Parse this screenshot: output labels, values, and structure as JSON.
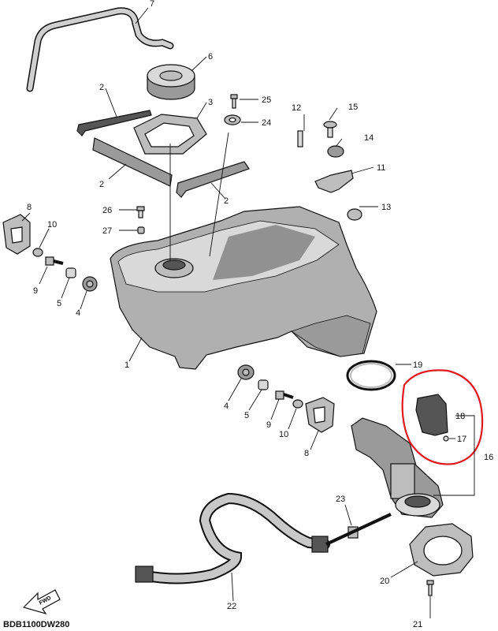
{
  "diagram_code": "BDB1100DW280",
  "fwd_label": "FWD",
  "highlight_color": "#e0191f",
  "callouts": {
    "c1": "1",
    "c2a": "2",
    "c2b": "2",
    "c2c": "2",
    "c3": "3",
    "c4a": "4",
    "c4b": "4",
    "c5a": "5",
    "c5b": "5",
    "c6": "6",
    "c7": "7",
    "c8a": "8",
    "c8b": "8",
    "c9a": "9",
    "c9b": "9",
    "c10a": "10",
    "c10b": "10",
    "c11": "11",
    "c12": "12",
    "c13": "13",
    "c14": "14",
    "c15": "15",
    "c16": "16",
    "c17": "17",
    "c18": "18",
    "c19": "19",
    "c20": "20",
    "c21": "21",
    "c22": "22",
    "c23": "23",
    "c24": "24",
    "c25": "25",
    "c26": "26",
    "c27": "27"
  }
}
